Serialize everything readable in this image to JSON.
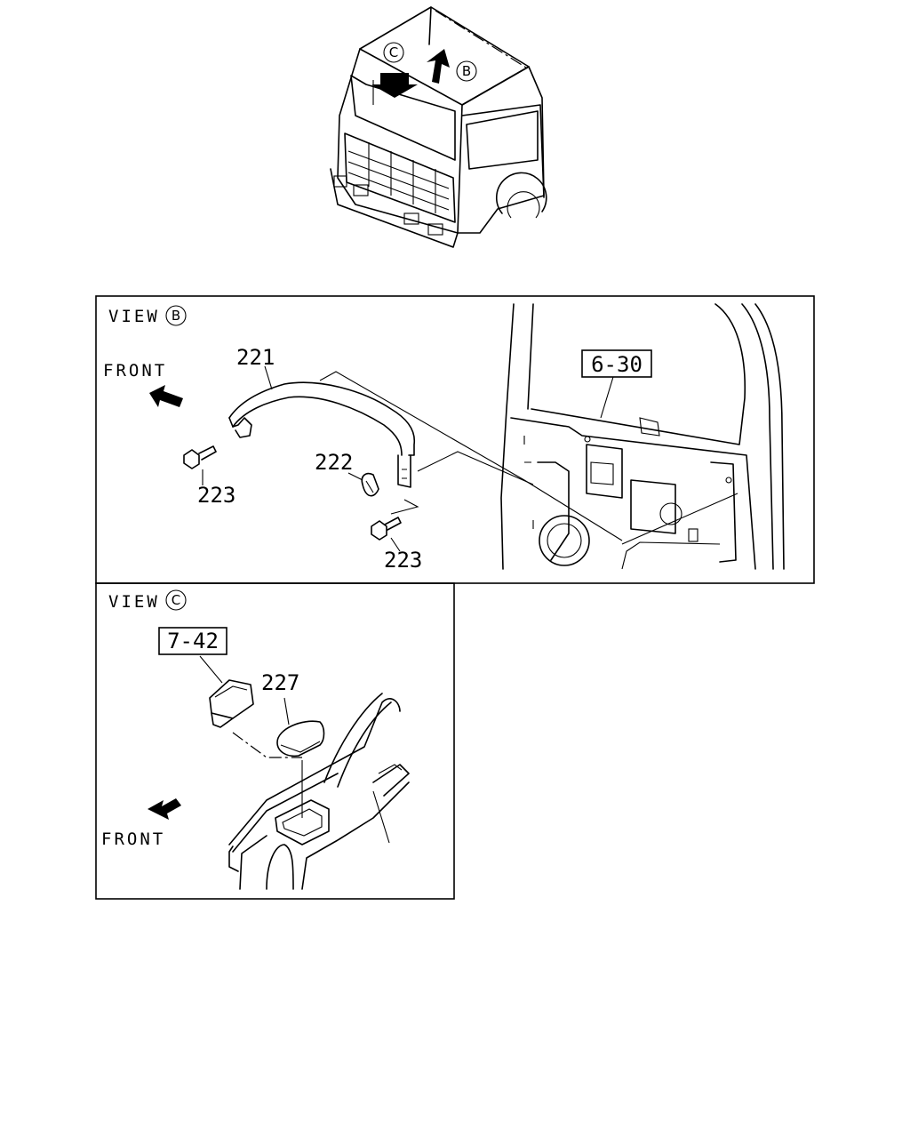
{
  "overview": {
    "callout_c": "C",
    "callout_b": "B"
  },
  "view_b": {
    "title": "VIEW",
    "title_ref": "B",
    "front_label": "FRONT",
    "ref_box": "6-30",
    "parts": {
      "p221": "221",
      "p222": "222",
      "p223a": "223",
      "p223b": "223"
    }
  },
  "view_c": {
    "title": "VIEW",
    "title_ref": "C",
    "front_label": "FRONT",
    "ref_box": "7-42",
    "parts": {
      "p227": "227"
    }
  }
}
